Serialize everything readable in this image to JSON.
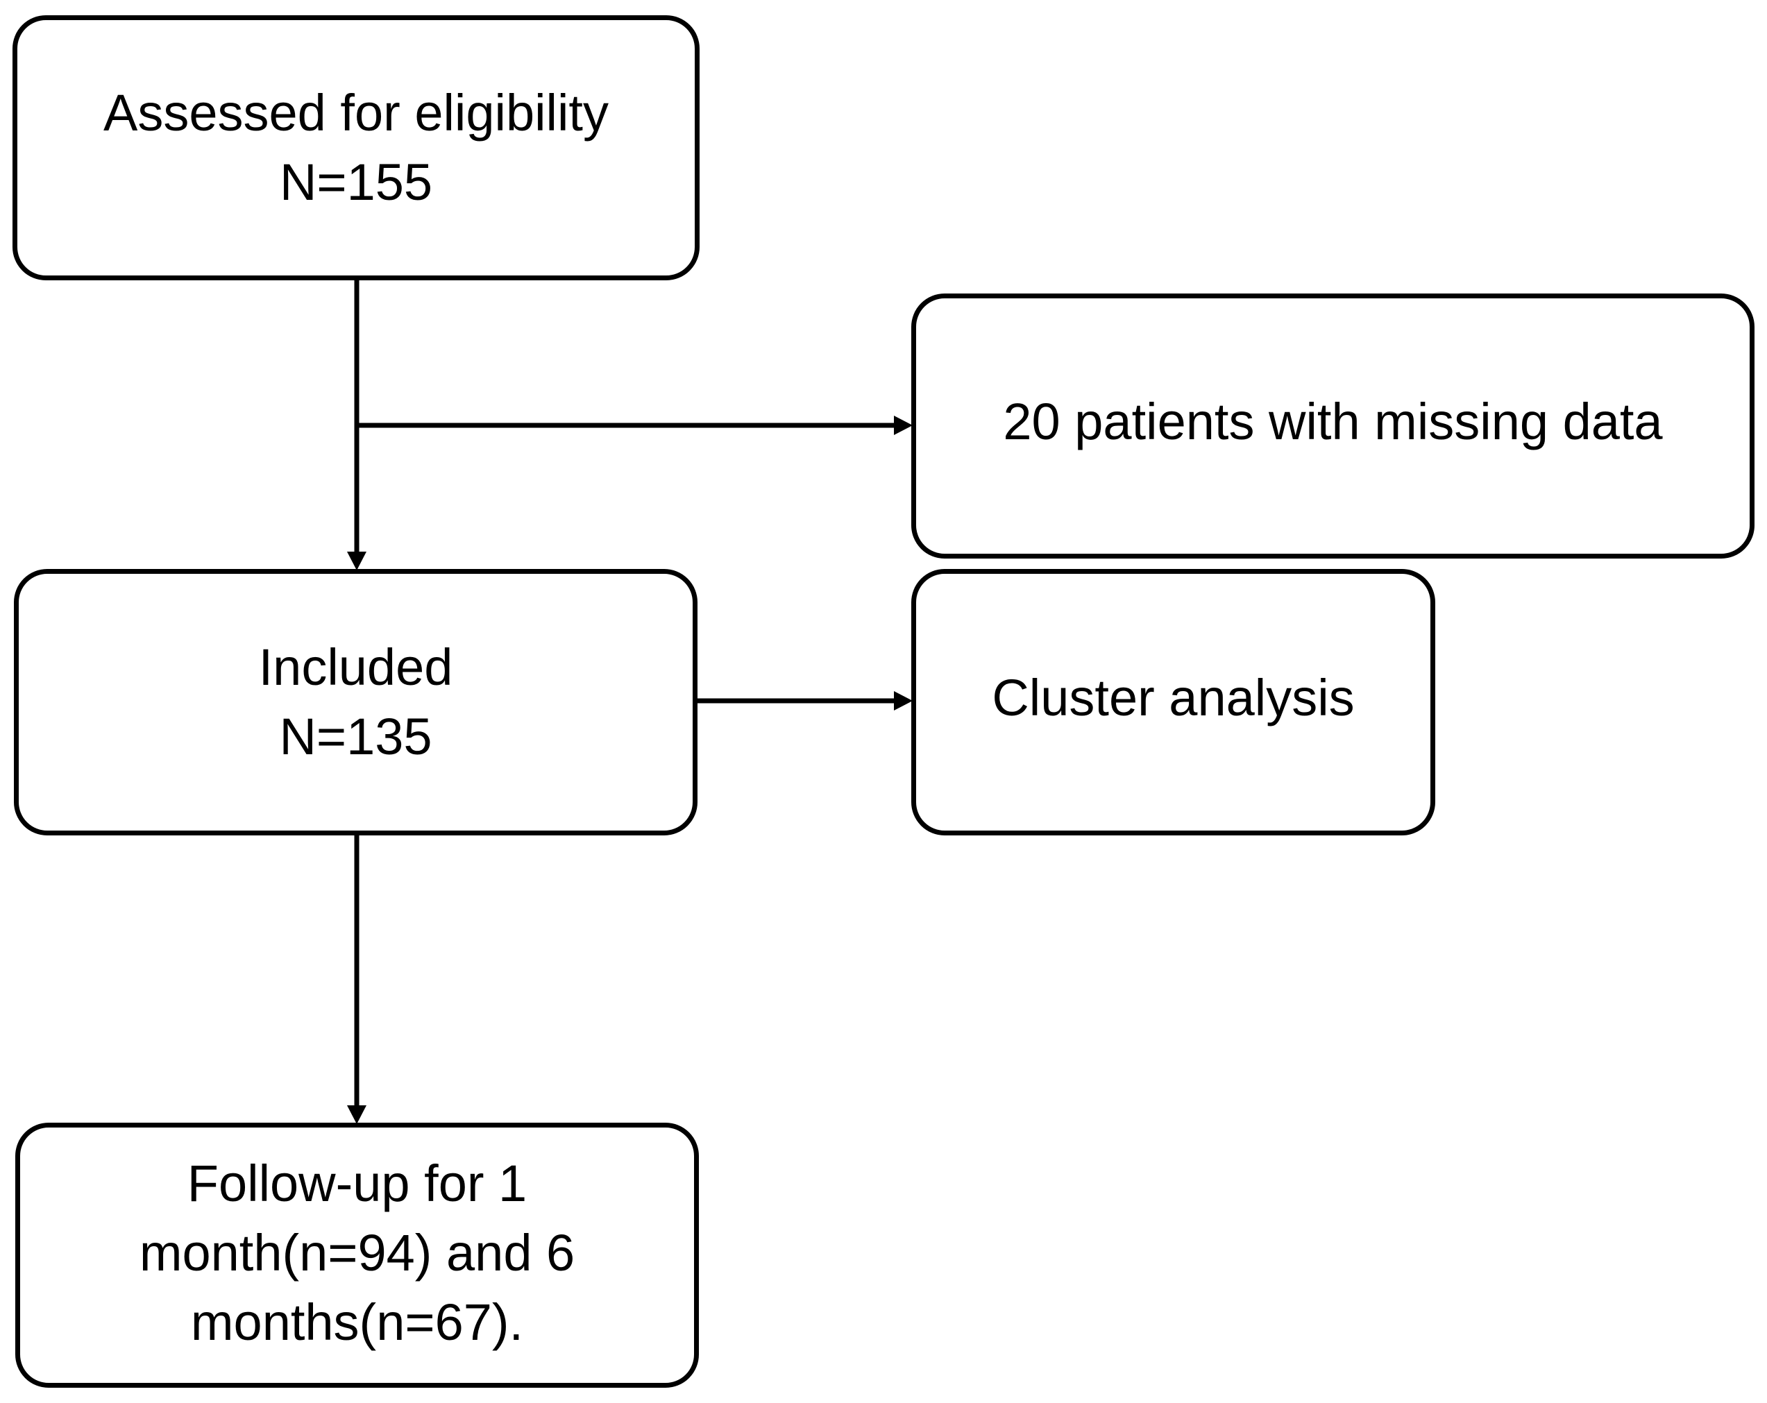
{
  "nodes": {
    "assessed": {
      "line1": "Assessed for eligibility",
      "line2": "N=155"
    },
    "missing": {
      "line1": "20 patients with missing data"
    },
    "included": {
      "line1": "Included",
      "line2": "N=135"
    },
    "cluster": {
      "line1": "Cluster analysis"
    },
    "followup": {
      "line1": "Follow-up for 1",
      "line2": "month(n=94) and 6",
      "line3": "months(n=67)."
    }
  },
  "edges": [
    {
      "from": "assessed",
      "to": "included"
    },
    {
      "from": "assessed",
      "to": "missing"
    },
    {
      "from": "included",
      "to": "cluster"
    },
    {
      "from": "included",
      "to": "followup"
    }
  ]
}
